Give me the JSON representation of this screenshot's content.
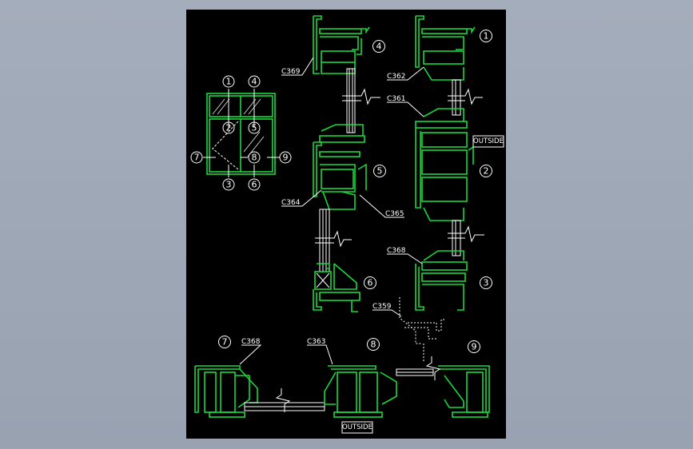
{
  "sheet_background": "#000000",
  "viewport_background": "#9ca6b4",
  "profile_color": "#19d93a",
  "annotation_color": "#ffffff",
  "markers": {
    "m1": "1",
    "m2": "2",
    "m3": "3",
    "m4": "4",
    "m5": "5",
    "m6": "6",
    "m7": "7",
    "m8": "8",
    "m9": "9"
  },
  "detail_markers": {
    "d4": "4",
    "d1": "1",
    "d5": "5",
    "d2": "2",
    "d6": "6",
    "d3": "3",
    "d7": "7",
    "d8": "8",
    "d9": "9"
  },
  "part_labels": {
    "c369": "C369",
    "c362": "C362",
    "c361": "C361",
    "c364": "C364",
    "c365": "C365",
    "c368a": "C368",
    "c359": "C359",
    "c368b": "C368",
    "c363": "C363"
  },
  "outside_labels": {
    "right": "OUTSIDE",
    "bottom": "OUTSIDE"
  }
}
